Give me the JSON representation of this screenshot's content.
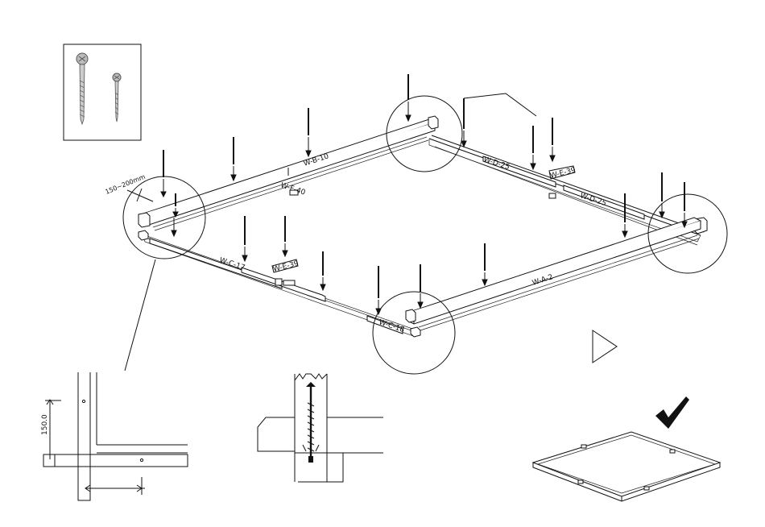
{
  "part_labels": {
    "front_right": "W-A-2",
    "back_left": "W-B-10",
    "front_left_upper": "W-C-17",
    "front_left_lower": "W-C-18",
    "back_right_upper": "W-D-25",
    "back_right_lower": "W-D-25",
    "joint_right": "W-E-39",
    "joint_left": "W-E-39",
    "inner": "W-F-40"
  },
  "dimensions": {
    "screw_distance": "150~200mm",
    "detail_height": "150.0"
  },
  "icons": {
    "screws": "screw-pair-icon",
    "next": "play-triangle-icon",
    "done": "checkmark-icon"
  }
}
